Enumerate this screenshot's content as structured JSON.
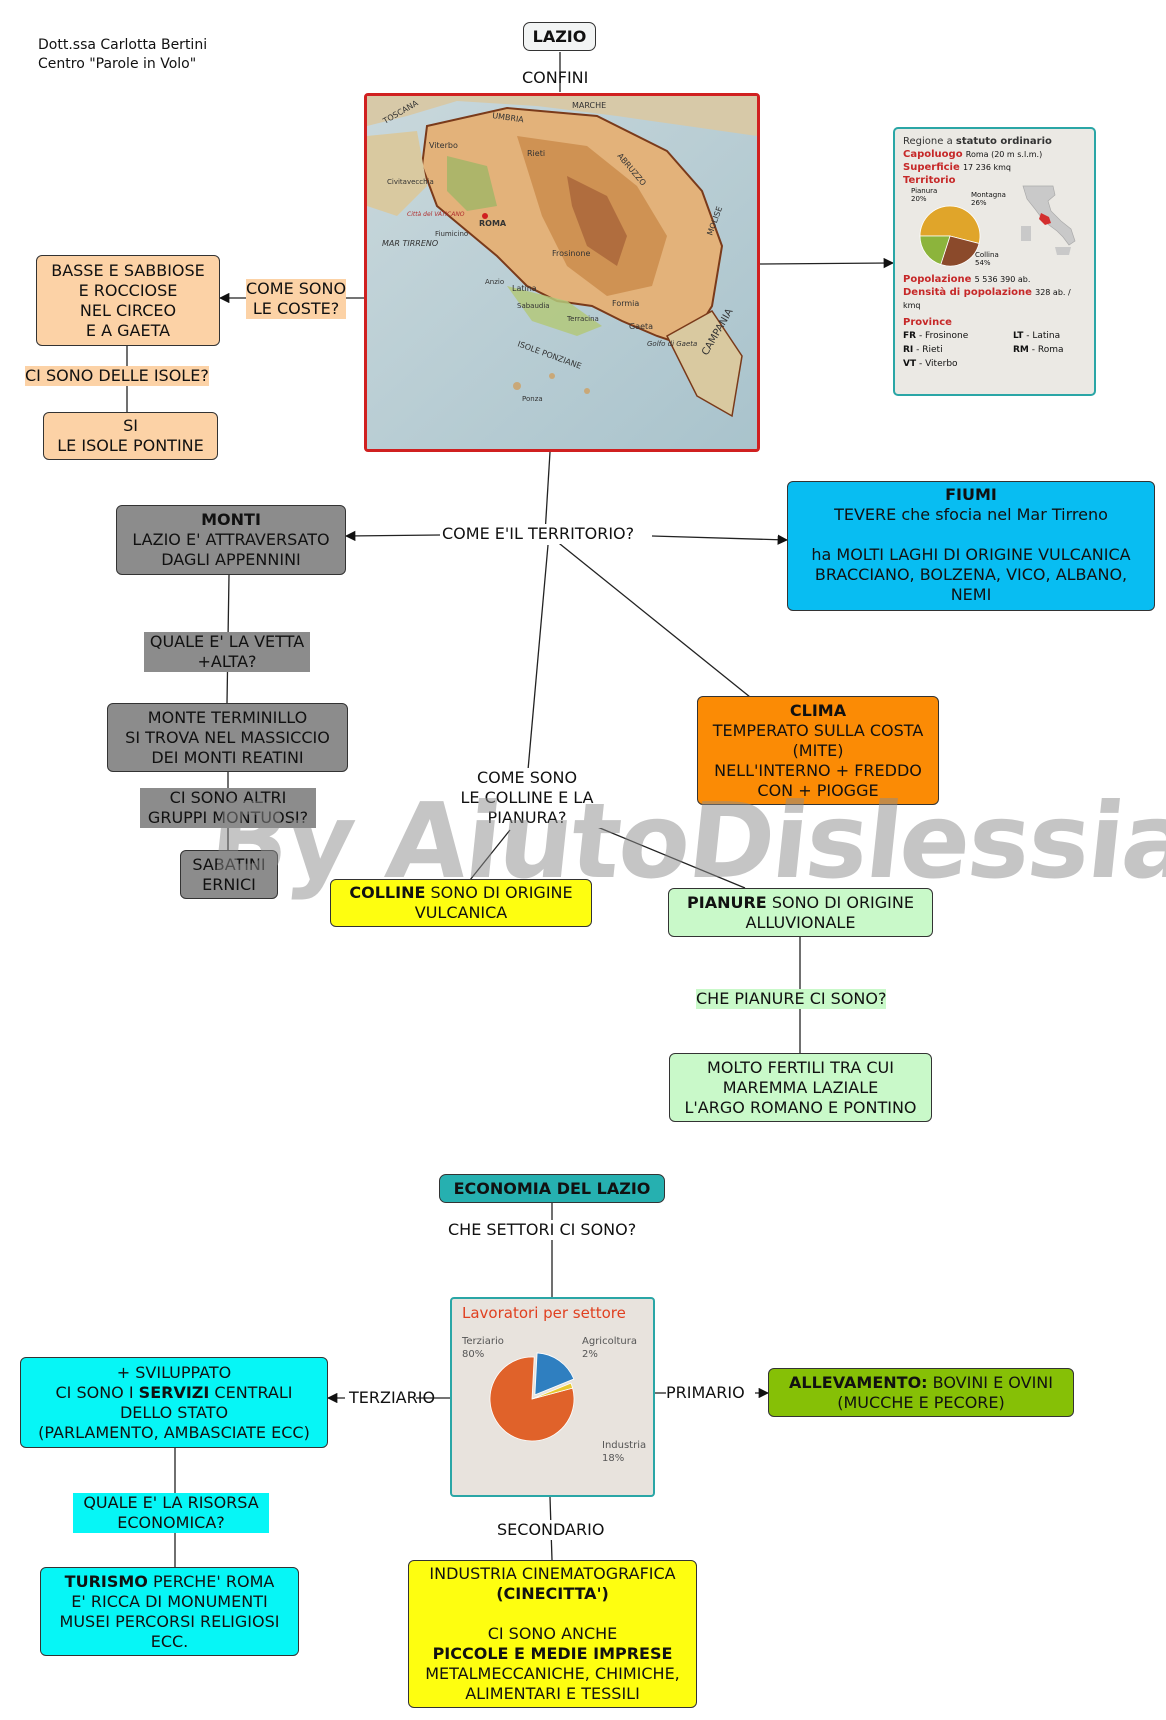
{
  "author": {
    "line1": "Dott.ssa Carlotta Bertini",
    "line2": "Centro \"Parole in Volo\""
  },
  "title": "LAZIO",
  "labels": {
    "confini": "CONFINI",
    "coste_q1": "COME SONO",
    "coste_q2": "LE COSTE?",
    "isole_q": "CI SONO DELLE ISOLE?",
    "territorio_q": "COME E'IL TERRITORIO?",
    "vetta_q1": "QUALE E' LA VETTA",
    "vetta_q2": "+ALTA?",
    "gruppi_q1": "CI SONO ALTRI",
    "gruppi_q2": "GRUPPI MONTUOSI?",
    "colline_q1": "COME SONO",
    "colline_q2": "LE COLLINE E LA",
    "colline_q3": "PIANURA?",
    "pianure_q": "CHE PIANURE CI SONO?",
    "settori_q": "CHE SETTORI CI SONO?",
    "terziario": "TERZIARIO",
    "primario": "PRIMARIO",
    "secondario": "SECONDARIO",
    "risorsa_q1": "QUALE E' LA RISORSA",
    "risorsa_q2": "ECONOMICA?"
  },
  "nodes": {
    "coste": [
      "BASSE E SABBIOSE",
      "E ROCCIOSE",
      "NEL CIRCEO",
      "E A GAETA"
    ],
    "isole": [
      "SI",
      "LE ISOLE PONTINE"
    ],
    "monti": {
      "title": "MONTI",
      "lines": [
        "LAZIO E' ATTRAVERSATO",
        "DAGLI APPENNINI"
      ]
    },
    "vetta": [
      "MONTE TERMINILLO",
      "SI TROVA NEL MASSICCIO",
      "DEI MONTI REATINI"
    ],
    "gruppi": [
      "SABATINI",
      "ERNICI"
    ],
    "fiumi": {
      "title": "FIUMI",
      "line1": "TEVERE che sfocia nel Mar Tirreno",
      "line2": "ha MOLTI LAGHI DI ORIGINE VULCANICA",
      "line3": "BRACCIANO, BOLZENA, VICO, ALBANO,",
      "line4": "NEMI"
    },
    "clima": {
      "title": "CLIMA",
      "lines": [
        "TEMPERATO SULLA COSTA",
        "(MITE)",
        "NELL'INTERNO + FREDDO",
        "CON + PIOGGE"
      ]
    },
    "colline": {
      "bold": "COLLINE",
      "rest": " SONO DI ORIGINE",
      "line2": "VULCANICA"
    },
    "pianure": {
      "bold": "PIANURE",
      "rest": " SONO DI ORIGINE",
      "line2": "ALLUVIONALE"
    },
    "pianure_list": [
      "MOLTO FERTILI TRA CUI",
      "MAREMMA LAZIALE",
      "L'ARGO ROMANO E PONTINO"
    ],
    "economia": "ECONOMIA DEL LAZIO",
    "terziario": {
      "line1": "+ SVILUPPATO",
      "line2a": "CI SONO I ",
      "line2b": "SERVIZI",
      "line2c": " CENTRALI",
      "line3": "DELLO STATO",
      "line4": "(PARLAMENTO, AMBASCIATE ECC)"
    },
    "allevamento": {
      "bold": "ALLEVAMENTO:",
      "rest": " BOVINI E OVINI",
      "line2": "(MUCCHE E PECORE)"
    },
    "turismo": {
      "bold": "TURISMO",
      "rest": " PERCHE' ROMA",
      "line2": "E' RICCA DI MONUMENTI",
      "line3": "MUSEI PERCORSI RELIGIOSI",
      "line4": "ECC."
    },
    "industria": {
      "line1": "INDUSTRIA CINEMATOGRAFICA",
      "line2": "(CINECITTA')",
      "line3": "CI SONO ANCHE",
      "line4": "PICCOLE E MEDIE IMPRESE",
      "line5": "METALMECCANICHE, CHIMICHE,",
      "line6": "ALIMENTARI E TESSILI"
    }
  },
  "map": {
    "places": [
      "TOSCANA",
      "UMBRIA",
      "MARCHE",
      "ABRUZZO",
      "MOLISE",
      "CAMPANIA",
      "Viterbo",
      "Rieti",
      "ROMA",
      "Frosinone",
      "Latina",
      "Formia",
      "Gaeta",
      "Civitavecchia",
      "Anzio",
      "Sabaudia",
      "Fiumicino",
      "Terracina",
      "MAR TIRRENO",
      "ISOLE PONZIANE",
      "Ponza",
      "Golfo di Gaeta",
      "Città del VATICANO"
    ]
  },
  "info_card": {
    "heading_a": "Regione a ",
    "heading_b": "statuto ordinario",
    "capoluogo_k": "Capoluogo",
    "capoluogo_v": "Roma (20 m s.l.m.)",
    "superficie_k": "Superficie",
    "superficie_v": "17 236 kmq",
    "territorio_k": "Territorio",
    "pie_labels": {
      "pianura": "Pianura 20%",
      "montagna": "Montagna 26%",
      "collina": "Collina 54%"
    },
    "popolazione_k": "Popolazione",
    "popolazione_v": "5 536 390 ab.",
    "densita_k": "Densità di popolazione",
    "densita_v": "328 ab. / kmq",
    "province_k": "Province",
    "provinces": [
      {
        "code": "FR",
        "name": "- Frosinone"
      },
      {
        "code": "LT",
        "name": "- Latina"
      },
      {
        "code": "RI",
        "name": "- Rieti"
      },
      {
        "code": "RM",
        "name": "- Roma"
      },
      {
        "code": "VT",
        "name": "- Viterbo"
      }
    ],
    "territorio": [
      {
        "name": "Collina",
        "value": 54,
        "color": "#e0a52a"
      },
      {
        "name": "Montagna",
        "value": 26,
        "color": "#8b4a2b"
      },
      {
        "name": "Pianura",
        "value": 20,
        "color": "#8cb43c"
      }
    ]
  },
  "workers_card": {
    "title": "Lavoratori per settore",
    "labels": {
      "terziario": "Terziario 80%",
      "agricoltura": "Agricoltura 2%",
      "industria": "Industria 18%"
    },
    "sectors": [
      {
        "name": "Terziario",
        "value": 80,
        "color": "#e0622a"
      },
      {
        "name": "Industria",
        "value": 18,
        "color": "#2f7fc0"
      },
      {
        "name": "Agricoltura",
        "value": 2,
        "color": "#e8c830"
      }
    ]
  },
  "watermark": "By AiutoDislessia.net"
}
